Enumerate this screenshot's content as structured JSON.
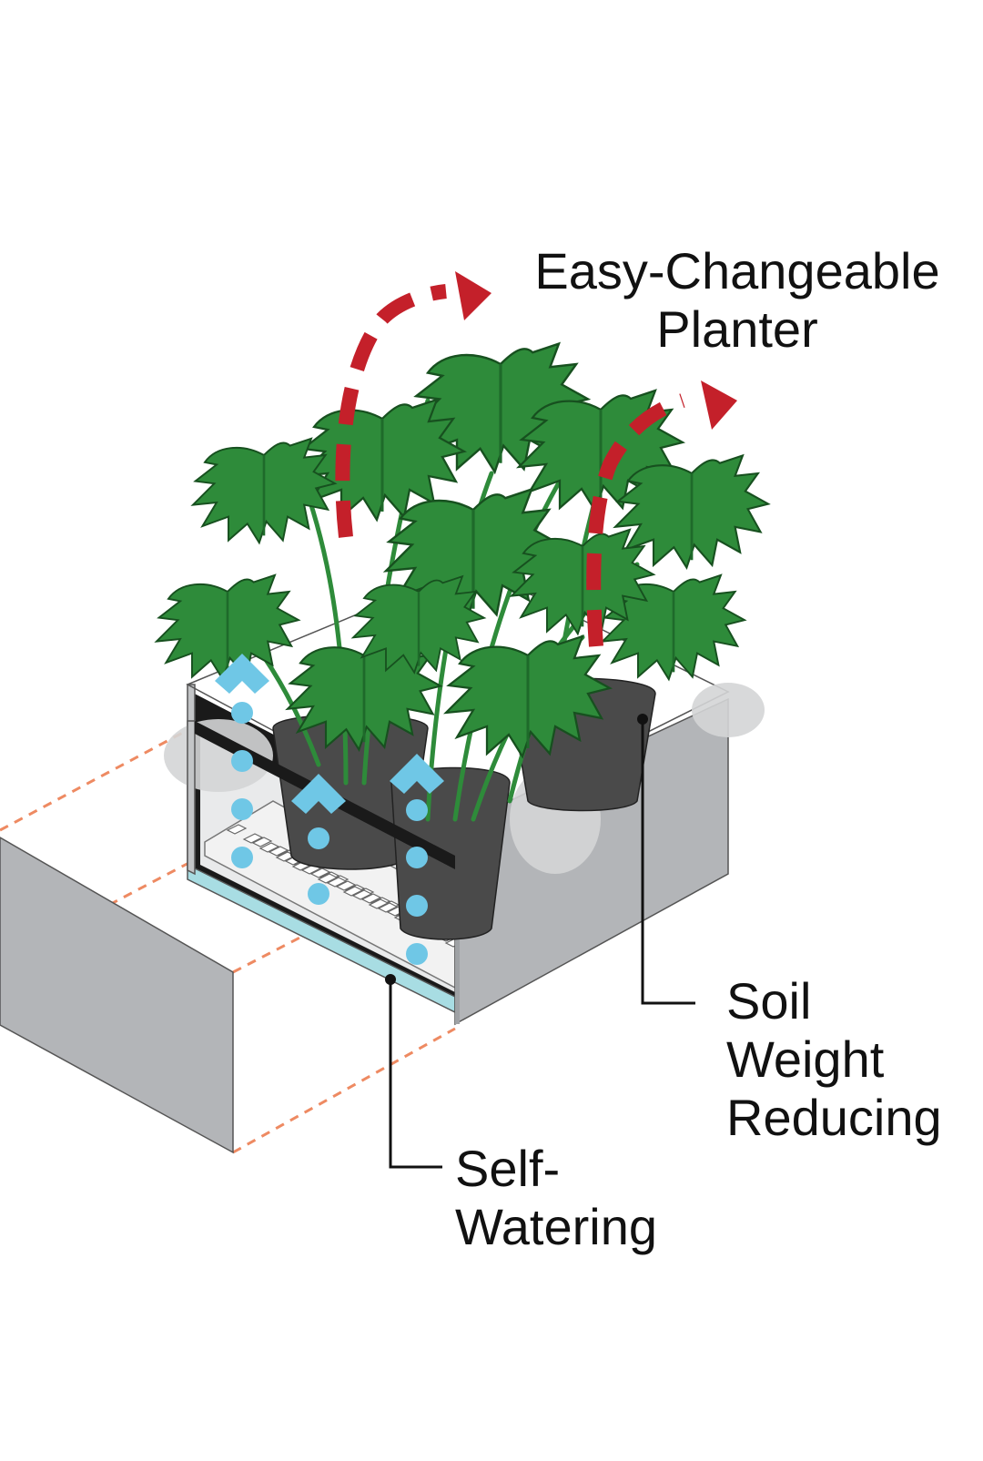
{
  "labels": {
    "planter": {
      "line1": "Easy-Changeable",
      "line2": "Planter"
    },
    "soil": {
      "line1": "Soil",
      "line2": "Weight",
      "line3": "Reducing"
    },
    "water": {
      "line1": "Self-",
      "line2": "Watering"
    }
  },
  "colors": {
    "box_light": "#c3c5c7",
    "box_mid": "#b3b5b8",
    "box_dark": "#9fa2a5",
    "leaf": "#2e8b3a",
    "leaf_dark": "#1e6a2a",
    "pot": "#4a4a4a",
    "water_arrow": "#6fc7e6",
    "move_arrow": "#c4202a",
    "guide_lines": "#ee8a62",
    "reservoir": "#a8dde3"
  }
}
